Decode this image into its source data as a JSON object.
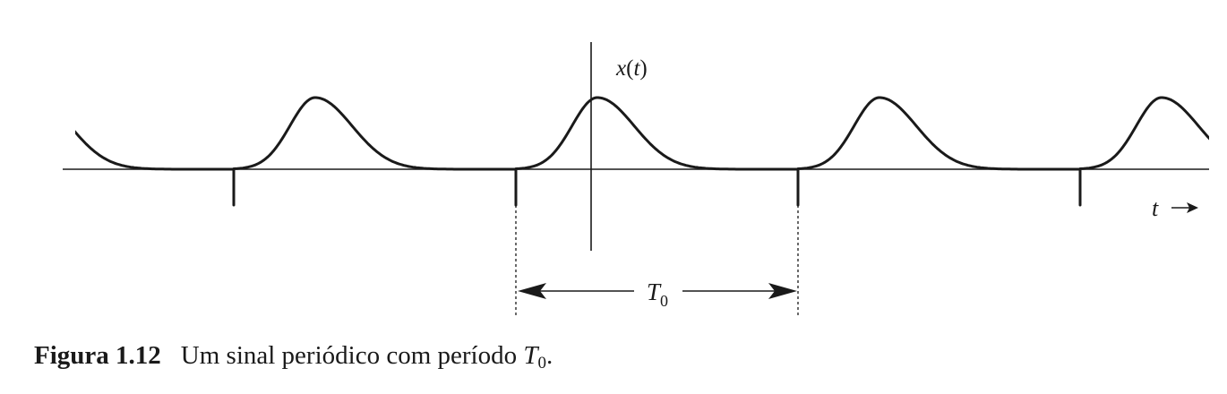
{
  "figure": {
    "signal_label": {
      "name": "x",
      "arg": "t"
    },
    "time_axis_label": "t",
    "period_label": {
      "symbol": "T",
      "subscript": "0"
    }
  },
  "caption": {
    "label": "Figura 1.12",
    "text": "Um sinal periódico com período",
    "symbol": "T",
    "subscript": "0",
    "period_mark": "."
  },
  "colors": {
    "ink": "#1a1a1a",
    "background": "#ffffff"
  }
}
